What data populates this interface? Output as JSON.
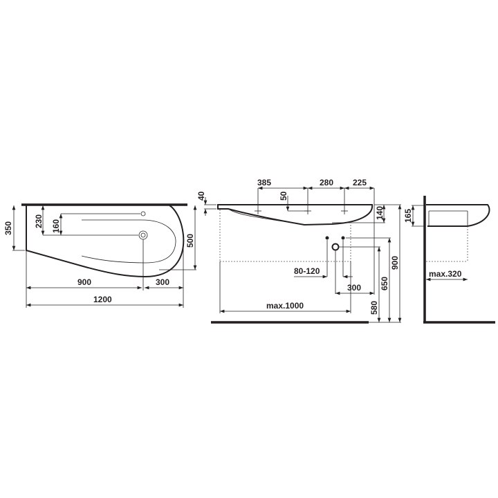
{
  "drawing": {
    "title": "Wall-hung washbasin technical drawing",
    "stroke_color": "#231f20",
    "views": {
      "top_view": {
        "dims": {
          "total_depth": "350",
          "tap_hole_offset": "230",
          "tap_to_drain": "160",
          "basin_depth": "500",
          "left_to_drain": "900",
          "drain_to_right": "300",
          "total_width": "1200"
        }
      },
      "front_view": {
        "dims": {
          "rim_thickness": "40",
          "tap_hole_depth": "50",
          "hole_spacing_1": "385",
          "hole_spacing_2": "280",
          "hole_spacing_3": "225",
          "bowl_height": "140",
          "supply_spacing": "80-120",
          "waste_offset": "300",
          "max_width": "max.1000",
          "waste_height": "580",
          "supply_height": "650",
          "rim_height": "900"
        }
      },
      "side_view": {
        "dims": {
          "side_height": "165",
          "max_depth": "max.320"
        }
      }
    }
  }
}
